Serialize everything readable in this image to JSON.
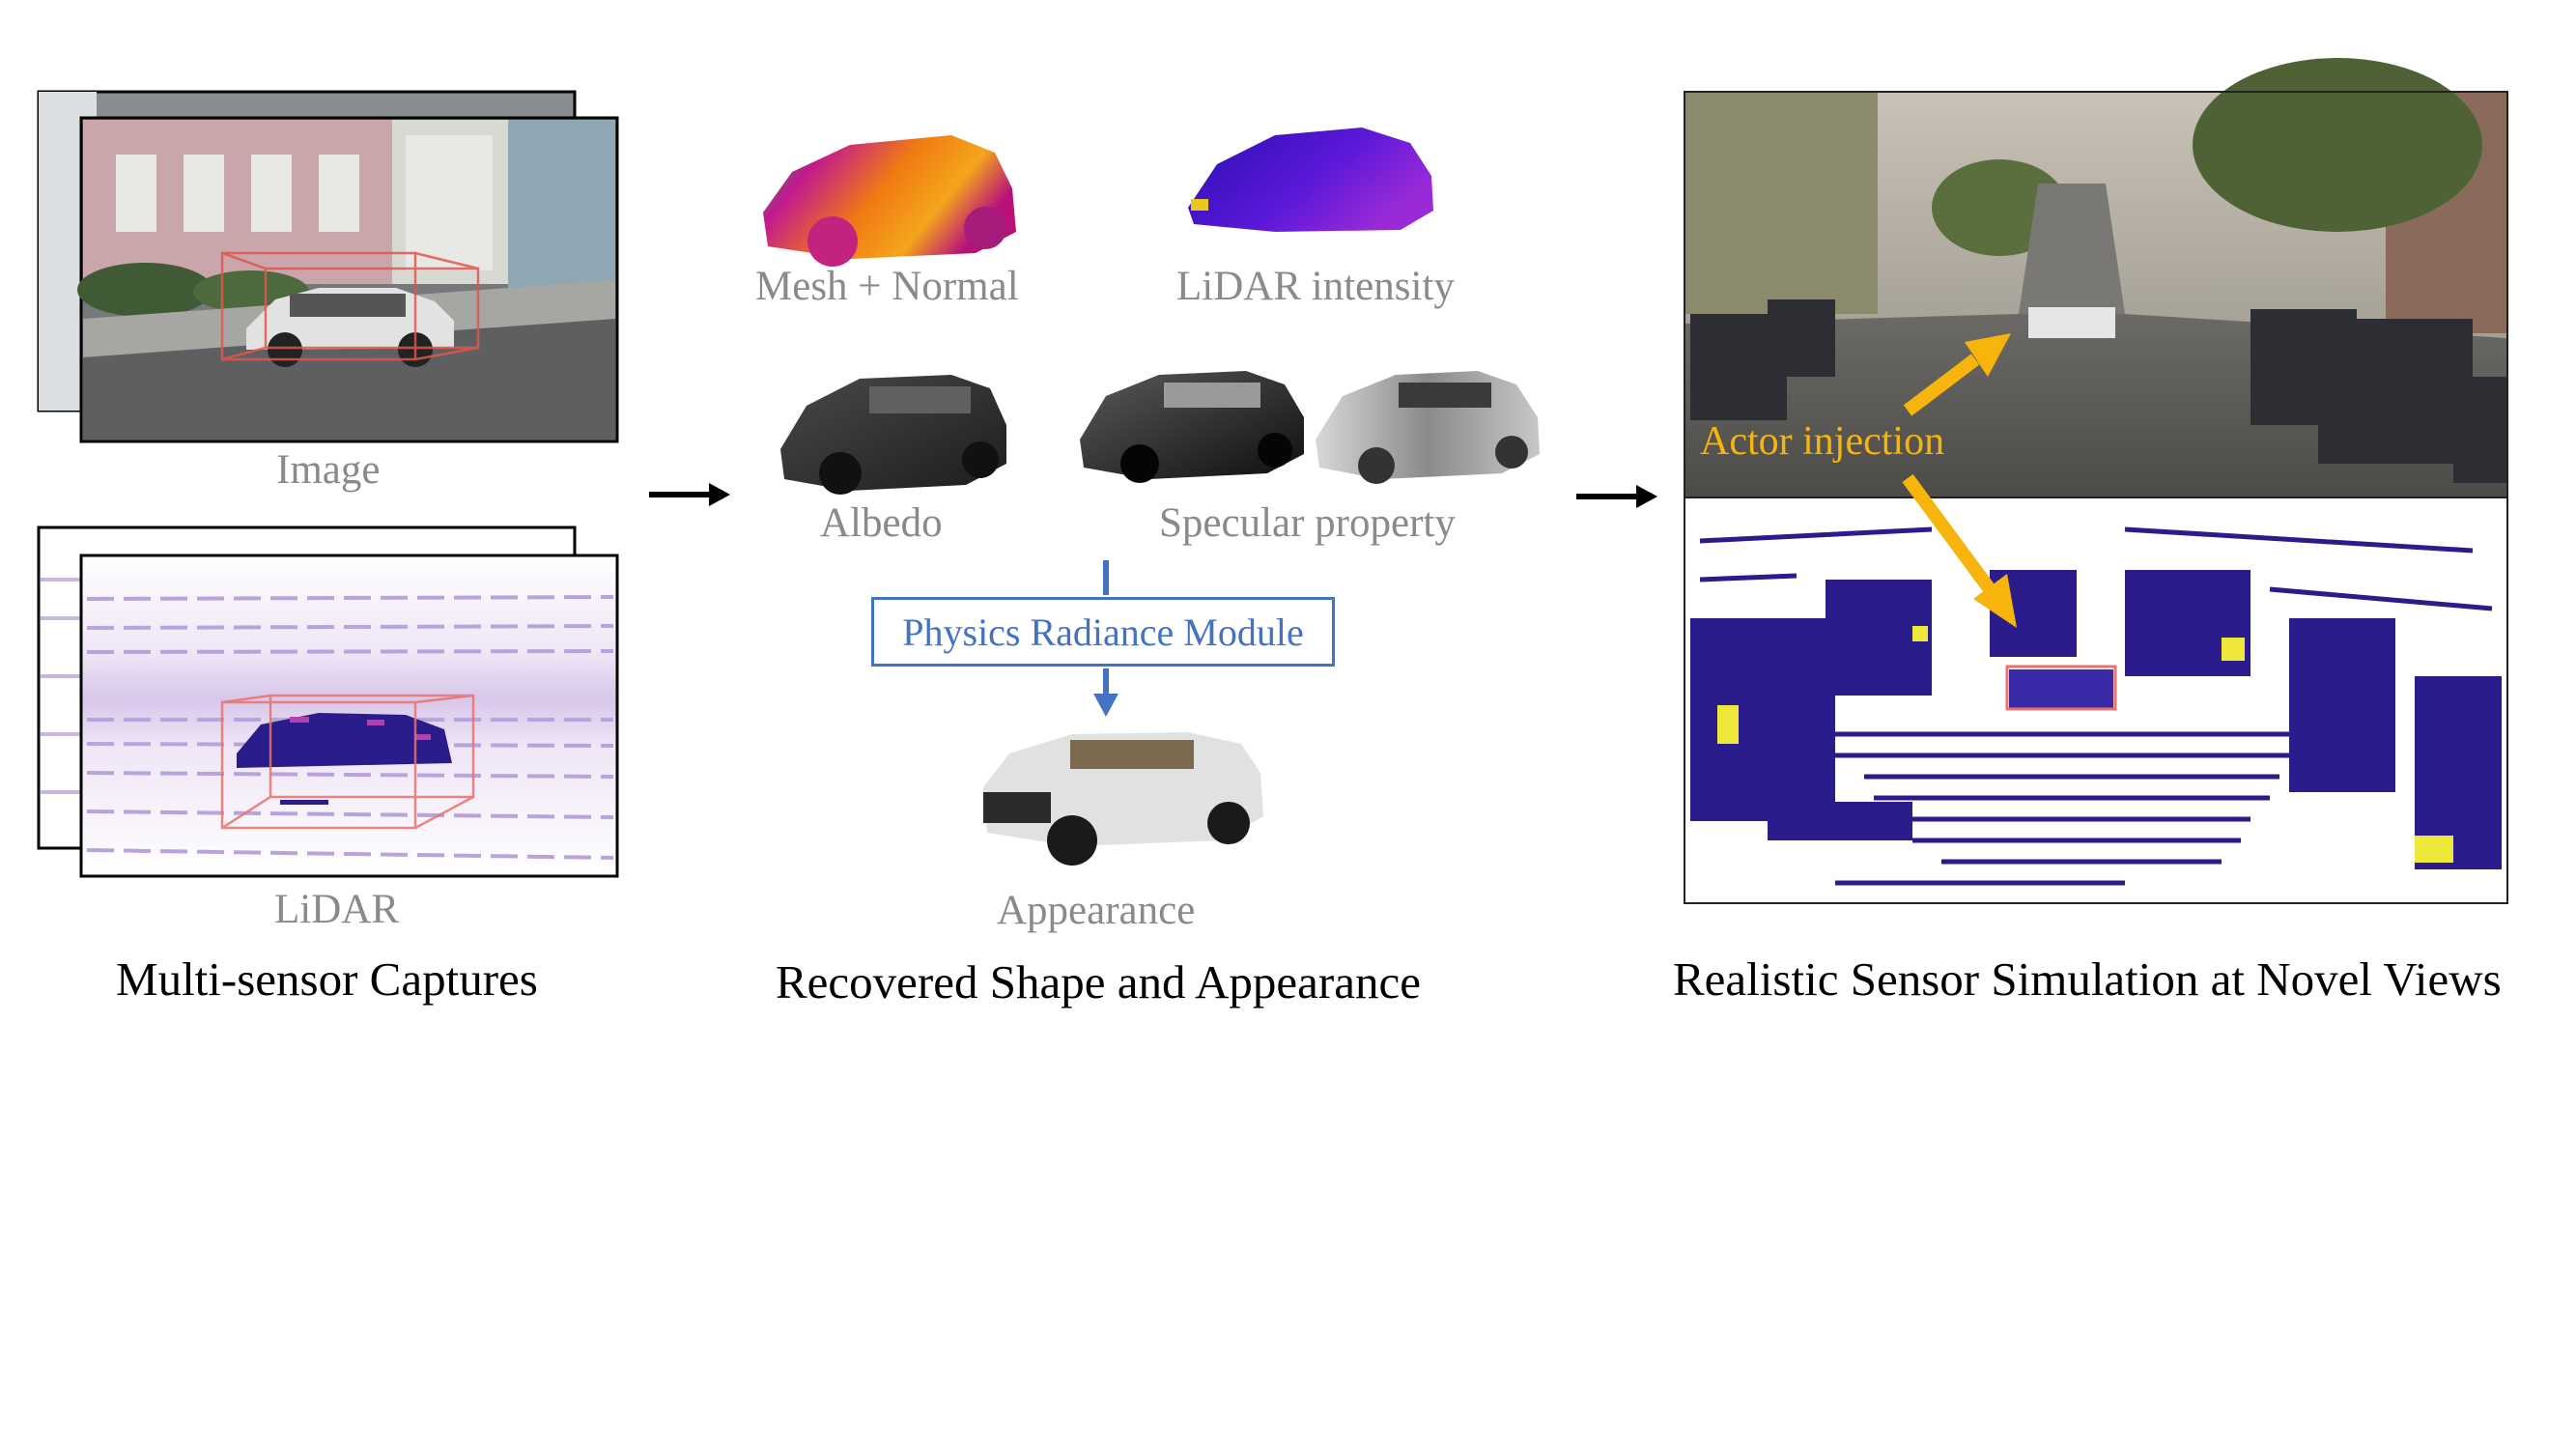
{
  "left_column": {
    "image_label": "Image",
    "lidar_label": "LiDAR",
    "caption": "Multi-sensor Captures"
  },
  "middle_column": {
    "mesh_label": "Mesh + Normal",
    "intensity_label": "LiDAR intensity",
    "albedo_label": "Albedo",
    "specular_label": "Specular property",
    "module_label": "Physics Radiance Module",
    "appearance_label": "Appearance",
    "caption": "Recovered Shape and Appearance"
  },
  "right_column": {
    "actor_label": "Actor injection",
    "caption": "Realistic Sensor Simulation at Novel Views"
  },
  "colors": {
    "module_blue": "#4472c4",
    "actor_yellow": "#f6b40c",
    "lidar_purple": "#2b1c8c",
    "bbox_red": "#e8736b",
    "label_gray": "#8a8a8a"
  }
}
